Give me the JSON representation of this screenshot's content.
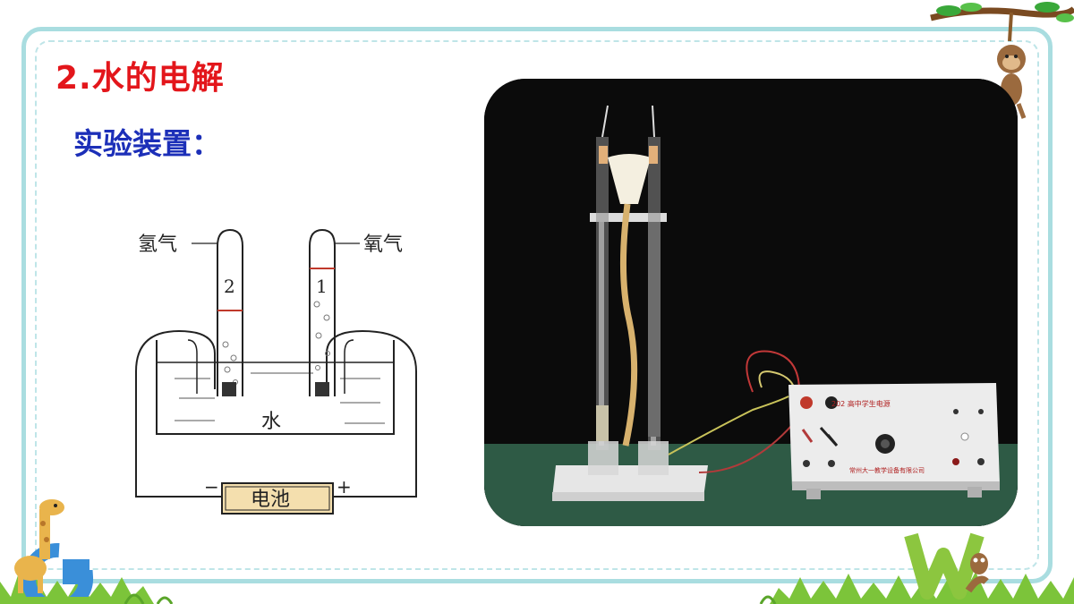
{
  "slide": {
    "title": "2.水的电解",
    "subtitle": "实验装置："
  },
  "diagram": {
    "hydrogen_label": "氢气",
    "oxygen_label": "氧气",
    "tube_left_number": "2",
    "tube_right_number": "1",
    "water_label": "水",
    "battery_label": "电池",
    "minus_sign": "−",
    "plus_sign": "+"
  },
  "photo": {
    "panel_text": "202 高中学生电源",
    "maker_text": "常州大一教学设备有限公司"
  },
  "colors": {
    "title": "#e3161b",
    "subtitle": "#1c2fb8",
    "frame_border": "#a9dde0",
    "battery_fill": "#f4dfae"
  }
}
